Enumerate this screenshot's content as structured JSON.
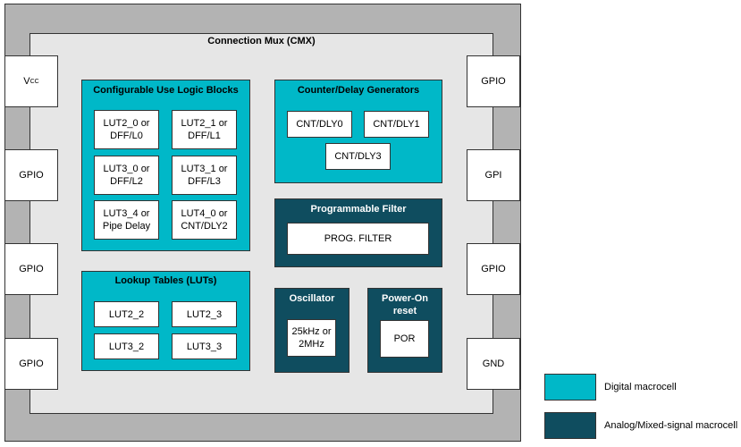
{
  "cmx_title": "Connection Mux (CMX)",
  "pins_left": [
    {
      "label": "V",
      "sub": "CC"
    },
    {
      "label": "GPIO"
    },
    {
      "label": "GPIO"
    },
    {
      "label": "GPIO"
    }
  ],
  "pins_right": [
    {
      "label": "GPIO"
    },
    {
      "label": "GPI"
    },
    {
      "label": "GPIO"
    },
    {
      "label": "GND"
    }
  ],
  "blocks": {
    "logic": {
      "title": "Configurable Use Logic Blocks",
      "cells": [
        "LUT2_0 or\nDFF/L0",
        "LUT2_1 or\nDFF/L1",
        "LUT3_0 or\nDFF/L2",
        "LUT3_1 or\nDFF/L3",
        "LUT3_4 or\nPipe Delay",
        "LUT4_0 or\nCNT/DLY2"
      ]
    },
    "luts": {
      "title": "Lookup Tables (LUTs)",
      "cells": [
        "LUT2_2",
        "LUT2_3",
        "LUT3_2",
        "LUT3_3"
      ]
    },
    "counters": {
      "title": "Counter/Delay Generators",
      "cells": [
        "CNT/DLY0",
        "CNT/DLY1",
        "CNT/DLY3"
      ]
    },
    "filter": {
      "title": "Programmable Filter",
      "cell": "PROG. FILTER"
    },
    "oscillator": {
      "title": "Oscillator",
      "cell": "25kHz or\n2MHz"
    },
    "por": {
      "title": "Power-On\nreset",
      "cell": "POR"
    }
  },
  "legend": [
    {
      "label": "Digital macrocell",
      "color": "#00b8c8"
    },
    {
      "label": "Analog/Mixed-signal macrocell",
      "color": "#0f4d5f"
    }
  ]
}
